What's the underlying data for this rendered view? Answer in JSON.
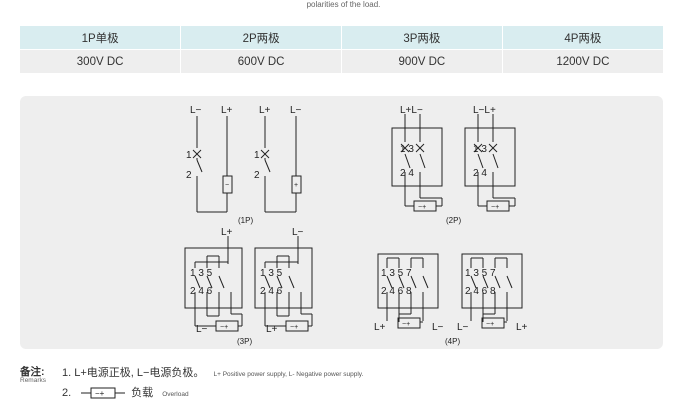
{
  "top_note": "polarities of the load.",
  "voltage_table": {
    "headers": [
      "1P单极",
      "2P两极",
      "3P两极",
      "4P两极"
    ],
    "values": [
      "300V DC",
      "600V DC",
      "900V DC",
      "1200V DC"
    ]
  },
  "diagrams": {
    "d1p": {
      "caption": "(1P)",
      "left_a": "L−",
      "right_a": "L+",
      "left_b": "L+",
      "right_b": "L−"
    },
    "d2p": {
      "caption": "(2P)",
      "top_a": "L+L−",
      "top_b": "L−L+"
    },
    "d3p": {
      "caption": "(3P)",
      "top_a": "L+",
      "bottom_a": "L−",
      "top_b": "L−",
      "bottom_b": "L+"
    },
    "d4p": {
      "caption": "(4P)",
      "bl_a": "L+",
      "br_a": "L−",
      "bl_b": "L−",
      "br_b": "L+"
    },
    "symbol_load": "−+",
    "symbol_minus": "−",
    "symbol_plus": "+",
    "contact_top_1p": "1",
    "contact_bot_1p": "2",
    "contact_top_2p": "1 3",
    "contact_bot_2p": "2 4",
    "contact_top_3p": "1 3 5",
    "contact_bot_3p": "2 4 6",
    "contact_top_4p": "1 3 5 7",
    "contact_bot_4p": "2 4 6 8"
  },
  "remarks": {
    "label": "备注:",
    "label_en": "Remarks",
    "note1": "1. L+电源正极, L−电源负极。",
    "note1_en": "L+ Positive power supply, L- Negative power supply.",
    "note2_num": "2.",
    "note2": "负载",
    "note2_en": "Overload"
  }
}
